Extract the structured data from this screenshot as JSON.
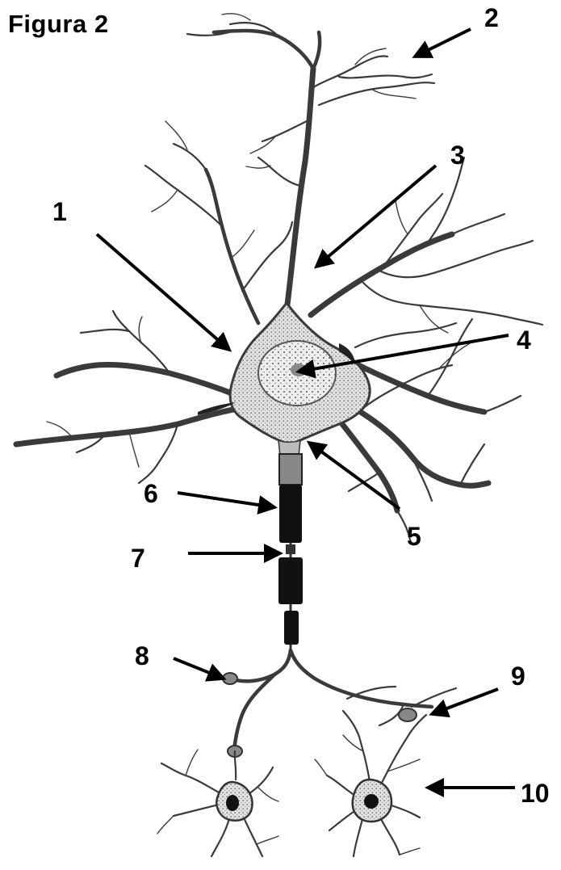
{
  "figure": {
    "title": "Figura 2"
  },
  "labels": [
    "1",
    "2",
    "3",
    "4",
    "5",
    "6",
    "7",
    "8",
    "9",
    "10"
  ],
  "colors": {
    "ink": "#000000",
    "cell_fill": "#d4d4d4",
    "dendrite": "#3a3a3a",
    "myelin": "#111111"
  }
}
